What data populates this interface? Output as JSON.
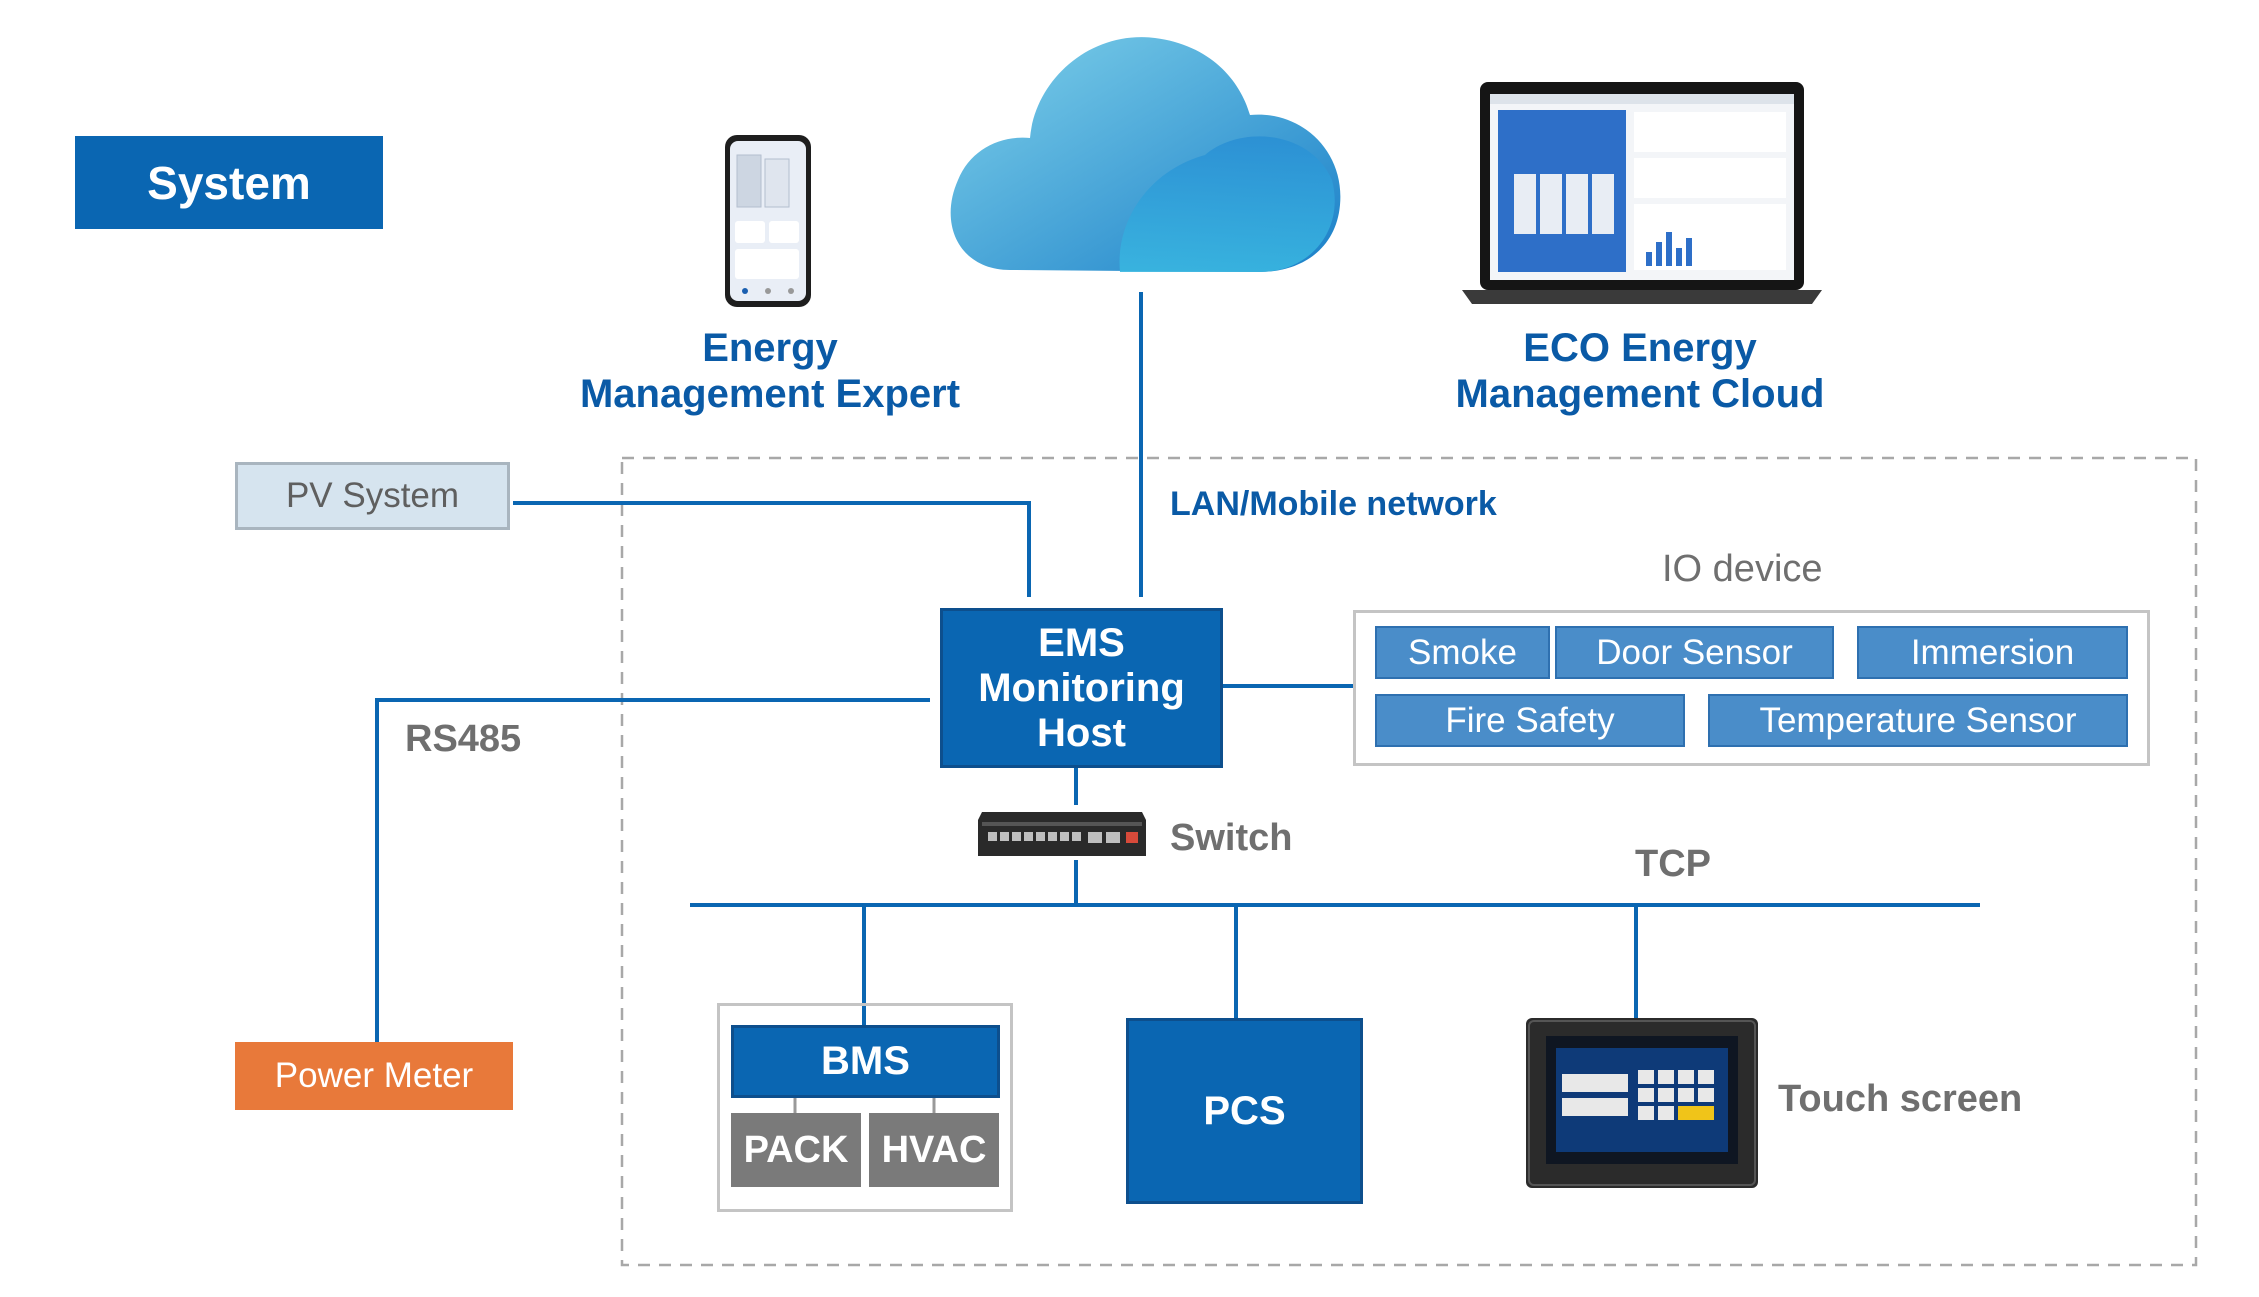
{
  "title": "System",
  "apps": {
    "mobile_label_line1": "Energy",
    "mobile_label_line2": "Management Expert",
    "cloud_label_line1": "ECO Energy",
    "cloud_label_line2": "Management Cloud"
  },
  "network": {
    "lan_label": "LAN/Mobile network",
    "rs485_label": "RS485",
    "switch_label": "Switch",
    "tcp_label": "TCP"
  },
  "nodes": {
    "pv_system": "PV System",
    "power_meter": "Power Meter",
    "ems_line1": "EMS",
    "ems_line2": "Monitoring",
    "ems_line3": "Host",
    "bms": "BMS",
    "pack": "PACK",
    "hvac": "HVAC",
    "pcs": "PCS",
    "touch_screen": "Touch screen"
  },
  "io": {
    "title": "IO device",
    "items": [
      "Smoke",
      "Door Sensor",
      "Immersion",
      "Fire Safety",
      "Temperature Sensor"
    ]
  },
  "colors": {
    "brand_blue": "#0a66b2",
    "io_blue": "#4a8dc9",
    "pv_fill": "#d6e4ef",
    "power_meter_orange": "#e8793a",
    "grey_box": "#7a7a7a"
  }
}
